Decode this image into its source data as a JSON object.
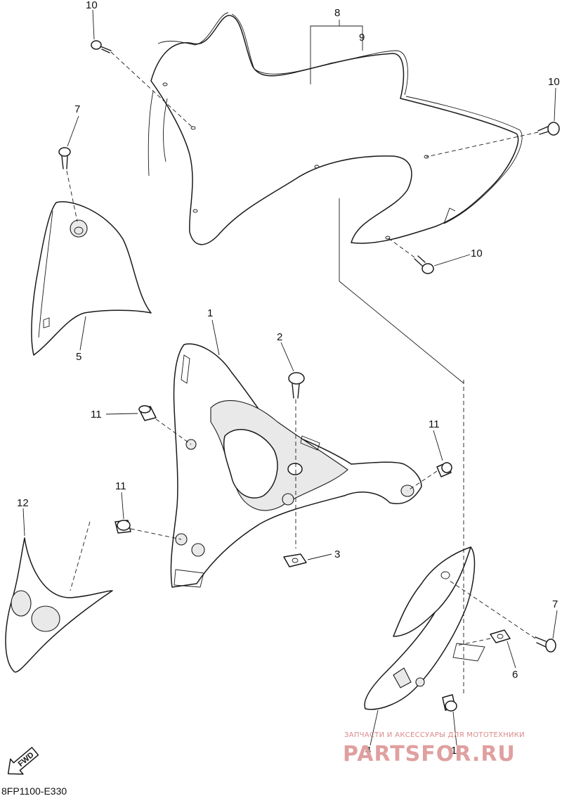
{
  "diagram": {
    "code": "8FP1100-E330",
    "fwd_label": "FWD",
    "watermark": {
      "tagline": "ЗАПЧАСТИ И АКСЕССУАРЫ ДЛЯ МОТОТЕХНИКИ",
      "brand": "PARTSFOR.RU"
    },
    "callouts": {
      "c1": "1",
      "c2": "2",
      "c3": "3",
      "c4": "4",
      "c5": "5",
      "c6": "6",
      "c7a": "7",
      "c7b": "7",
      "c8": "8",
      "c9": "9",
      "c10a": "10",
      "c10b": "10",
      "c10c": "10",
      "c11a": "11",
      "c11b": "11",
      "c11c": "11",
      "c11d": "11",
      "c12": "12"
    }
  }
}
